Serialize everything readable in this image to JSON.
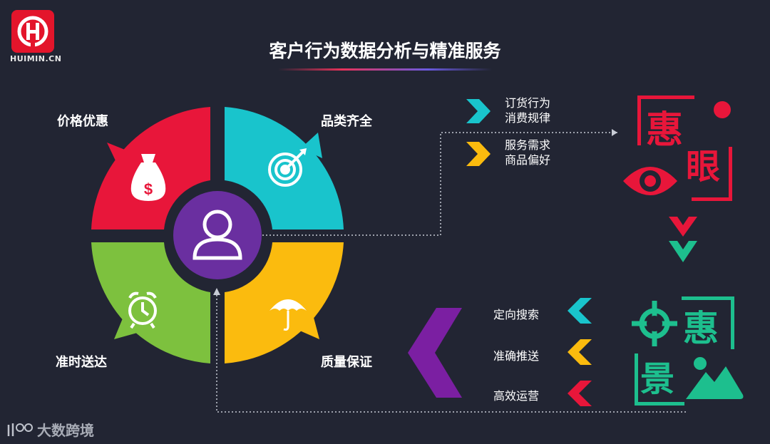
{
  "logo": {
    "text": "HUIMIN.CN",
    "brand_color": "#e3152b"
  },
  "title": "客户行为数据分析与精准服务",
  "wheel": {
    "segments": [
      {
        "label": "价格优惠",
        "icon": "money-bag-icon",
        "color": "#e8163a"
      },
      {
        "label": "品类齐全",
        "icon": "target-icon",
        "color": "#19c4cc"
      },
      {
        "label": "准时送达",
        "icon": "alarm-clock-icon",
        "color": "#7dc13e"
      },
      {
        "label": "质量保证",
        "icon": "umbrella-icon",
        "color": "#fbbb0e"
      }
    ],
    "center_icon": "user-icon",
    "center_color": "#6a2fa0"
  },
  "insights": [
    {
      "lines": [
        "订货行为",
        "消费规律"
      ],
      "color": "#19c4cc"
    },
    {
      "lines": [
        "服务需求",
        "商品偏好"
      ],
      "color": "#fbbb0e"
    }
  ],
  "hui_eye": {
    "char1": "惠",
    "char2": "眼",
    "color": "#e8163a"
  },
  "hui_jing": {
    "char1": "惠",
    "char2": "景",
    "color": "#1dbf8e"
  },
  "services": [
    {
      "label": "定向搜索",
      "color": "#19c4cc"
    },
    {
      "label": "准确推送",
      "color": "#fbbb0e"
    },
    {
      "label": "高效运营",
      "color": "#e8163a"
    }
  ],
  "watermark": {
    "text": "大数跨境"
  }
}
